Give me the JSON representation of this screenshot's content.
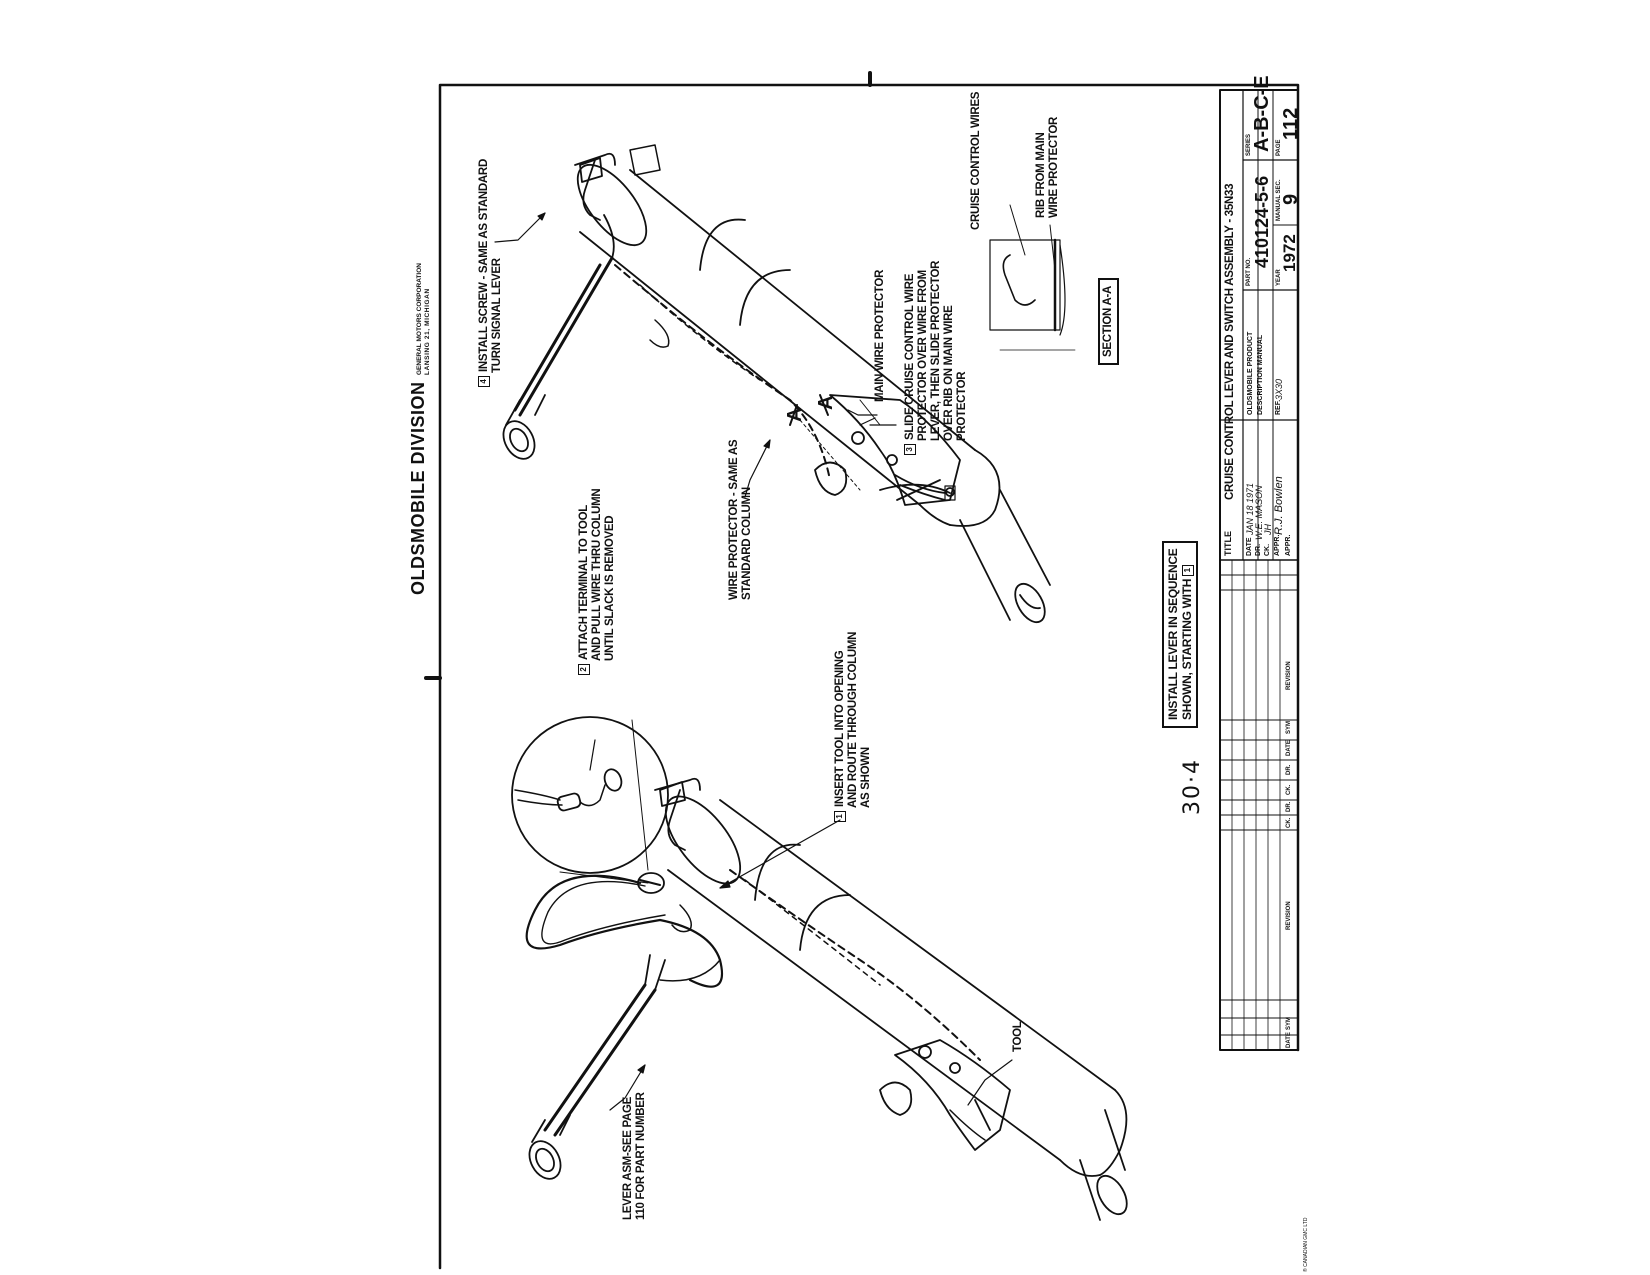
{
  "header": {
    "division": "OLDSMOBILE DIVISION",
    "corp_line1": "GENERAL MOTORS CORPORATION",
    "corp_line2": "LANSING 21, MICHIGAN"
  },
  "callouts": {
    "step1_num": "1",
    "step1_lines": [
      "INSERT TOOL INTO OPENING",
      "AND ROUTE THROUGH COLUMN",
      "AS SHOWN"
    ],
    "step2_num": "2",
    "step2_lines": [
      "ATTACH TERMINAL TO TOOL",
      "AND PULL WIRE THRU COLUMN",
      "UNTIL SLACK IS REMOVED"
    ],
    "step3_num": "3",
    "step3_lines": [
      "SLIDE CRUISE CONTROL WIRE",
      "PROTECTOR OVER WIRE FROM",
      "LEVER, THEN SLIDE PROTECTOR",
      "OVER RIB ON MAIN WIRE",
      "PROTECTOR"
    ],
    "step4_num": "4",
    "step4_lines": [
      "INSTALL SCREW - SAME AS STANDARD",
      "TURN SIGNAL LEVER"
    ],
    "wire_protector_lines": [
      "WIRE PROTECTOR - SAME AS",
      "STANDARD COLUMN"
    ],
    "main_wire_protector": "MAIN WIRE PROTECTOR",
    "cruise_control_wires": "CRUISE CONTROL WIRES",
    "rib_lines": [
      "RIB FROM MAIN",
      "WIRE PROTECTOR"
    ],
    "section": "SECTION A-A",
    "section_mark": "A",
    "tool": "TOOL",
    "lever_lines": [
      "LEVER ASM-SEE PAGE",
      "110 FOR PART NUMBER"
    ],
    "install_lines": [
      "INSTALL LEVER IN SEQUENCE",
      "SHOWN, STARTING WITH"
    ],
    "install_num": "1",
    "handwritten": "30·4"
  },
  "title_block": {
    "title_label": "TITLE",
    "title": "CRUISE CONTROL LEVER AND SWITCH ASSEMBLY - 35N33",
    "date_label": "DATE",
    "date_value": "JAN 18 1971",
    "dr_label": "DR.",
    "dr_value": "W.E. MASON",
    "ck_label": "CK.",
    "ck_value": "JH",
    "appr_label": "APPR.",
    "appr_value": "R.J. Bowlen",
    "appr2_label": "APPR.",
    "product_line1": "OLDSMOBILE PRODUCT",
    "product_line2": "DESCRIPTION MANUAL",
    "ref_label": "REF.",
    "ref_value": "3X30",
    "part_label": "PART NO.",
    "part_no": "410124-5-6",
    "series_label": "SERIES",
    "series": "A-B-C-E",
    "year_label": "YEAR",
    "year": "1972",
    "manual_label": "MANUAL SEC.",
    "manual_sec": "9",
    "page_label": "PAGE",
    "page": "112",
    "rev_headers": [
      "SYM",
      "DATE",
      "DR.",
      "CK.",
      "REVISION",
      "SYM",
      "DATE",
      "DR.",
      "CK.",
      "REVISION"
    ]
  },
  "footer_print": "® CANADIAN GMC LTD"
}
